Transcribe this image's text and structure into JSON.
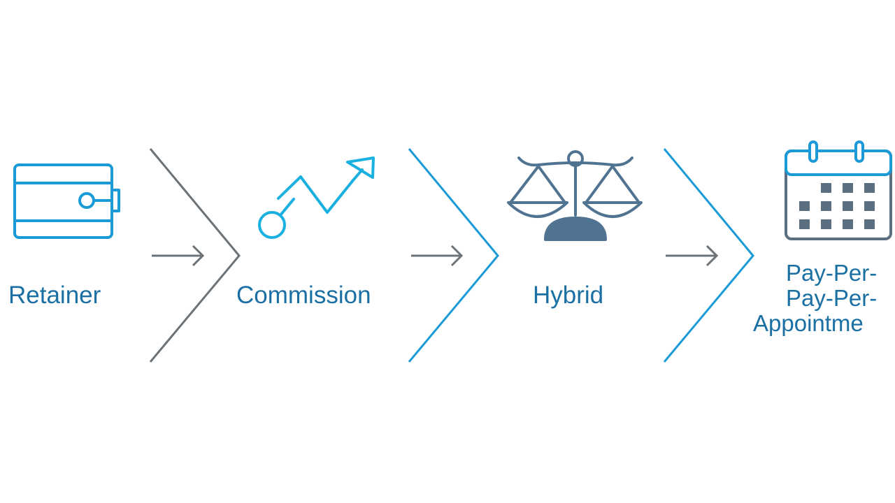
{
  "steps": [
    {
      "label": "Retainer",
      "icon": "wallet-icon"
    },
    {
      "label": "Commission",
      "icon": "trend-arrow-icon"
    },
    {
      "label": "Hybrid",
      "icon": "scale-icon"
    },
    {
      "label_lines": [
        "Pay-Per-",
        "Pay-Per-",
        "Appointme"
      ],
      "icon": "calendar-icon"
    }
  ],
  "colors": {
    "blue": "#1a9ad6",
    "dark_blue": "#1a6fa3",
    "gray": "#6b7278",
    "slate": "#4f7391"
  }
}
